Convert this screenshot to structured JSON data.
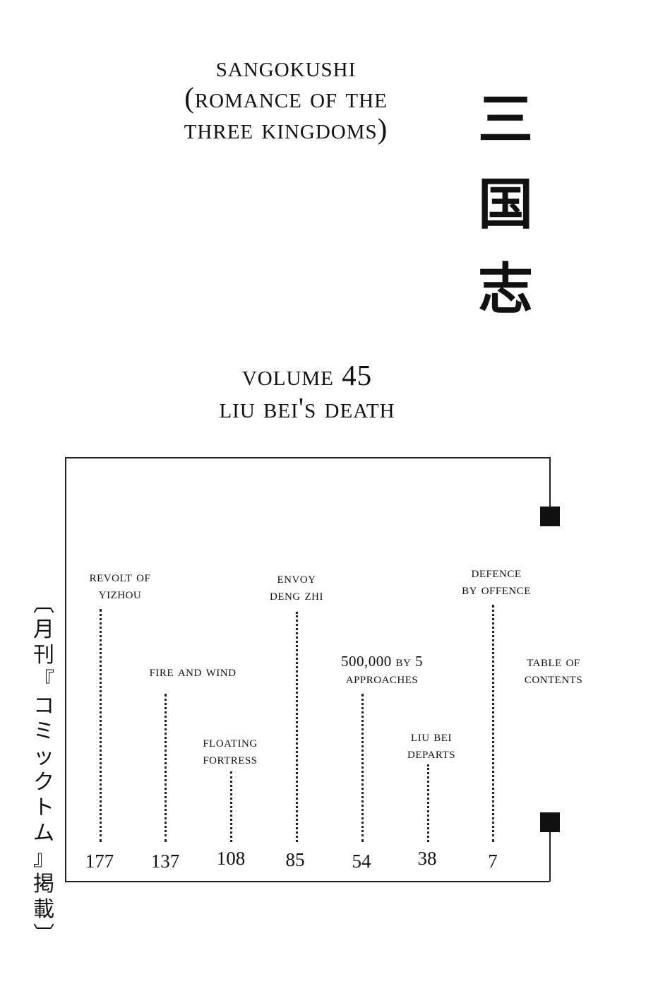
{
  "title": {
    "line1": "SANGOKUSHI",
    "line2": "(ROMANCE OF THE",
    "line3": "THREE KINGDOMS)"
  },
  "kanji_title": [
    "三",
    "国",
    "志"
  ],
  "volume": {
    "number_line": "VOLUME 45",
    "name_line": "LIU BEI'S DEATH"
  },
  "toc": {
    "entries": [
      {
        "title_lines": [
          "REVOLT OF",
          "YIZHOU"
        ],
        "page": "177"
      },
      {
        "title_lines": [
          "FIRE AND WIND"
        ],
        "page": "137"
      },
      {
        "title_lines": [
          "FLOATING",
          "FORTRESS"
        ],
        "page": "108"
      },
      {
        "title_lines": [
          "ENVOY",
          "DENG ZHI"
        ],
        "page": "85"
      },
      {
        "title_lines": [
          "500,000 BY 5",
          "APPROACHES"
        ],
        "page": "54"
      },
      {
        "title_lines": [
          "LIU BEI",
          "DEPARTS"
        ],
        "page": "38"
      },
      {
        "title_lines": [
          "DEFENCE",
          "BY OFFENCE"
        ],
        "page": "7"
      },
      {
        "title_lines": [
          "TABLE OF",
          "CONTENTS"
        ],
        "page": ""
      }
    ]
  },
  "publication_note": [
    "︹",
    "月",
    "刊",
    "『",
    "コ",
    "ミ",
    "ッ",
    "ク",
    "ト",
    "ム",
    "』",
    "掲",
    "載",
    "︺"
  ]
}
